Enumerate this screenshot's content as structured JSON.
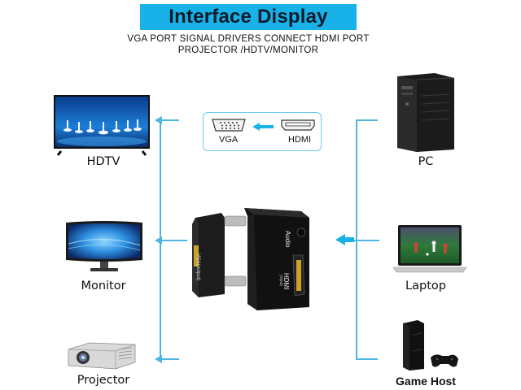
{
  "header": {
    "title": "Interface Display",
    "subtitle_line1": "VGA PORT SIGNAL DRIVERS CONNECT HDMI PORT",
    "subtitle_line2": "PROJECTOR /HDTV/MONITOR"
  },
  "outputs": [
    {
      "label": "HDTV"
    },
    {
      "label": "Monitor"
    },
    {
      "label": "Projector"
    }
  ],
  "inputs": [
    {
      "label": "PC"
    },
    {
      "label": "Laptop"
    },
    {
      "label": "Game Host"
    }
  ],
  "converter_box": {
    "vga_label": "VGA",
    "hdmi_label": "HDMI"
  },
  "adapter": {
    "vga_text": "VGA(output)",
    "audio_text": "Audio",
    "hdmi_text": "HDMI",
    "hdmi_sub": "(input)"
  },
  "colors": {
    "accent": "#18b2e8",
    "line": "#4fb6e0"
  }
}
